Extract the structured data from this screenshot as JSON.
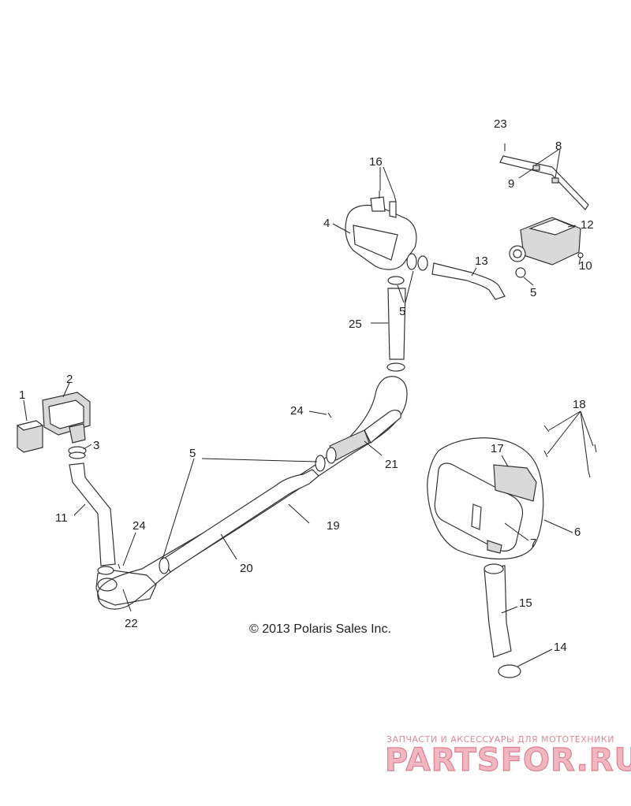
{
  "callouts": {
    "c1": "1",
    "c2": "2",
    "c3": "3",
    "c4": "4",
    "c5a": "5",
    "c5b": "5",
    "c5c": "5",
    "c6": "6",
    "c7": "7",
    "c8": "8",
    "c9": "9",
    "c10": "10",
    "c11": "11",
    "c12": "12",
    "c13": "13",
    "c14": "14",
    "c15": "15",
    "c16": "16",
    "c17": "17",
    "c18": "18",
    "c19": "19",
    "c20": "20",
    "c21": "21",
    "c22": "22",
    "c23": "23",
    "c24a": "24",
    "c24b": "24",
    "c25": "25"
  },
  "copyright": "© 2013 Polaris Sales Inc.",
  "watermark": {
    "tagline": "ЗАПЧАСТИ И АКСЕССУАРЫ ДЛЯ МОТОТЕХНИКИ",
    "logo": "PARTSFOR.RU"
  },
  "colors": {
    "line": "#333333",
    "watermark": "#e07e8f"
  }
}
